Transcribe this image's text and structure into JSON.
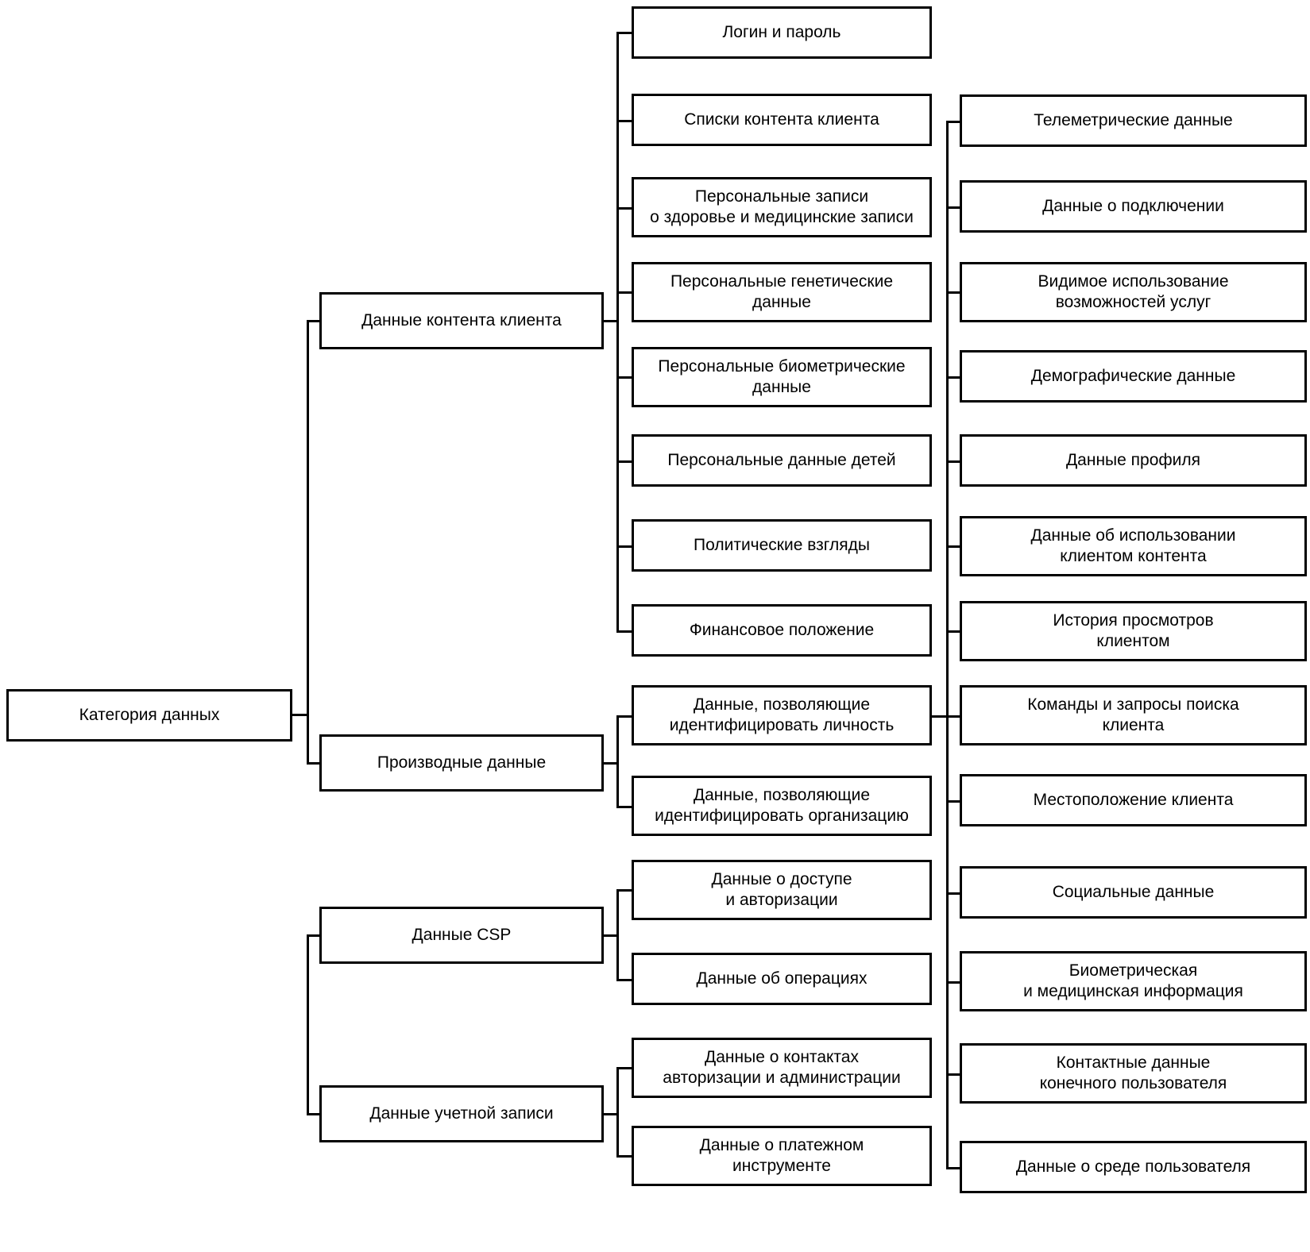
{
  "diagram": {
    "type": "tree-hierarchy",
    "title_node": "Категория данных",
    "root": {
      "label": "Категория данных"
    },
    "level2": [
      {
        "label": "Данные контента клиента"
      },
      {
        "label": "Производные данные"
      },
      {
        "label": "Данные CSP"
      },
      {
        "label": "Данные учетной записи"
      }
    ],
    "customer_content_children": [
      {
        "label": "Логин и пароль"
      },
      {
        "label": "Списки контента клиента"
      },
      {
        "label": "Персональные записи\nо здоровье и медицинские записи"
      },
      {
        "label": "Персональные генетические\nданные"
      },
      {
        "label": "Персональные биометрические\nданные"
      },
      {
        "label": "Персональные данные детей"
      },
      {
        "label": "Политические взгляды"
      },
      {
        "label": "Финансовое положение"
      }
    ],
    "derived_children": [
      {
        "label": "Данные, позволяющие\nидентифицировать личность"
      },
      {
        "label": "Данные, позволяющие\nидентифицировать организацию"
      }
    ],
    "csp_children": [
      {
        "label": "Данные о доступе\nи авторизации"
      },
      {
        "label": "Данные об операциях"
      }
    ],
    "account_children": [
      {
        "label": "Данные о контактах\nавторизации и администрации"
      },
      {
        "label": "Данные о платежном\nинструменте"
      }
    ],
    "derived_detail": [
      {
        "label": "Телеметрические данные"
      },
      {
        "label": "Данные о подключении"
      },
      {
        "label": "Видимое использование\nвозможностей услуг"
      },
      {
        "label": "Демографические данные"
      },
      {
        "label": "Данные профиля"
      },
      {
        "label": "Данные об использовании\nклиентом контента"
      },
      {
        "label": "История просмотров\nклиентом"
      },
      {
        "label": "Команды и запросы поиска\nклиента"
      },
      {
        "label": "Местоположение клиента"
      },
      {
        "label": "Социальные данные"
      },
      {
        "label": "Биометрическая\nи медицинская информация"
      },
      {
        "label": "Контактные данные\nконечного пользователя"
      },
      {
        "label": "Данные о среде пользователя"
      }
    ],
    "colors": {
      "stroke": "#000000",
      "fill": "#ffffff",
      "text": "#000000"
    }
  }
}
